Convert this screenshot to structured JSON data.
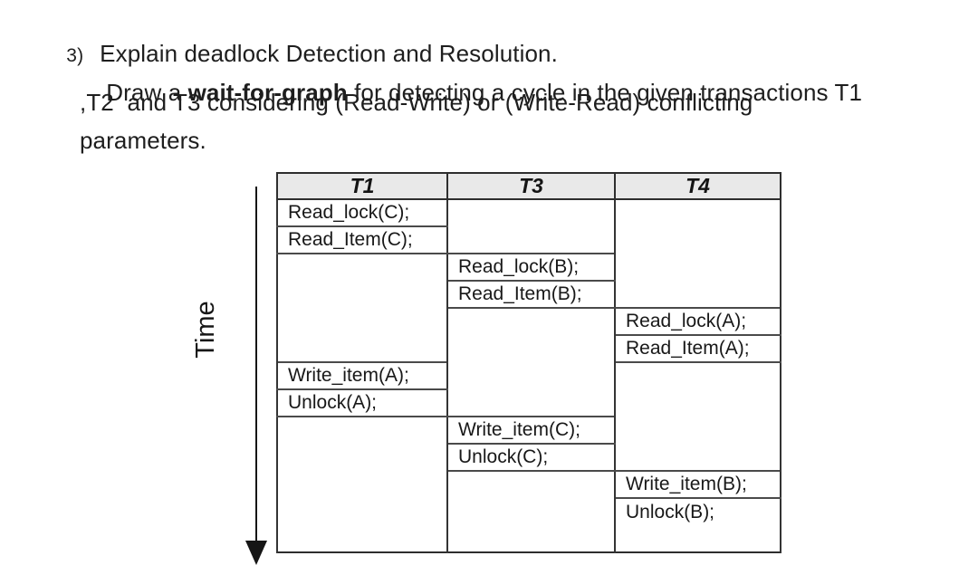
{
  "question": {
    "number": "3)",
    "line1": "Explain deadlock Detection and Resolution.",
    "line2_pre": "Draw a ",
    "line2_bold": "wait-for-graph",
    "line2_post": " for detecting a cycle in the given transactions T1",
    "line3": ",T2  and T3 considering (Read-Write) or (Write-Read) conflicting",
    "line4": "parameters."
  },
  "time_axis": {
    "label": "Time"
  },
  "table": {
    "headers": [
      "T1",
      "T3",
      "T4"
    ],
    "rows": [
      [
        "Read_lock(C);",
        "",
        ""
      ],
      [
        "Read_Item(C);",
        "",
        ""
      ],
      [
        "",
        "Read_lock(B);",
        ""
      ],
      [
        "",
        "Read_Item(B);",
        ""
      ],
      [
        "",
        "",
        "Read_lock(A);"
      ],
      [
        "",
        "",
        "Read_Item(A);"
      ],
      [
        "Write_item(A);",
        "",
        ""
      ],
      [
        "Unlock(A);",
        "",
        ""
      ],
      [
        "",
        "Write_item(C);",
        ""
      ],
      [
        "",
        "Unlock(C);",
        ""
      ],
      [
        "",
        "",
        "Write_item(B);"
      ],
      [
        "",
        "",
        "Unlock(B);"
      ],
      [
        "",
        "",
        ""
      ]
    ],
    "open_bottom_cells": [
      [
        11,
        2
      ]
    ]
  },
  "colors": {
    "header_bg": "#e9e9e9",
    "border": "#2e2e2e",
    "text": "#1c1c1c"
  }
}
